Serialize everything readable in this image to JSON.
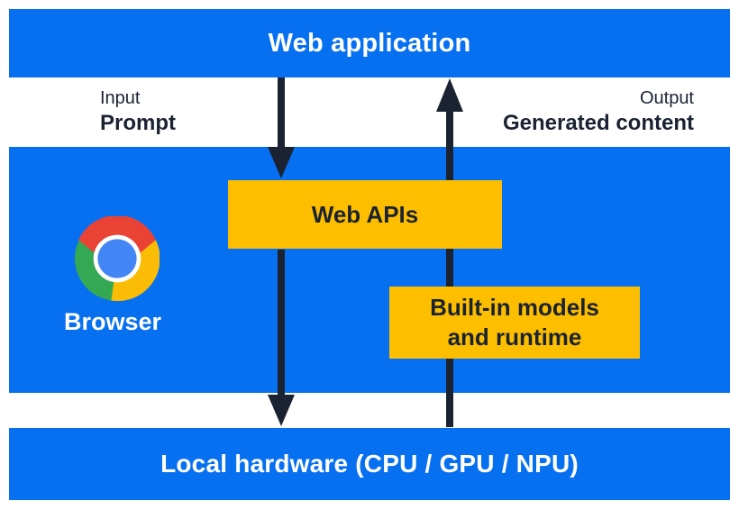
{
  "colors": {
    "background": "#FFFFFF",
    "panel_blue": "#0770F0",
    "accent_yellow": "#FDBE00",
    "ink_navy": "#1B2333",
    "chrome_red": "#EA4335",
    "chrome_yellow": "#FBBC05",
    "chrome_green": "#34A853",
    "chrome_blue": "#4285F4",
    "text_white": "#FFFFFF"
  },
  "top_bar": {
    "label": "Web application"
  },
  "io_labels": {
    "input_caption": "Input",
    "input_value": "Prompt",
    "output_caption": "Output",
    "output_value": "Generated content"
  },
  "browser_panel": {
    "browser_label": "Browser",
    "web_apis_box": "Web APIs",
    "builtin_box": "Built-in models and runtime"
  },
  "bottom_bar": {
    "label": "Local hardware (CPU / GPU / NPU)"
  },
  "icons": {
    "chrome_logo": "chrome-browser-logo",
    "down_arrow": "arrow-down",
    "up_arrow": "arrow-up"
  }
}
